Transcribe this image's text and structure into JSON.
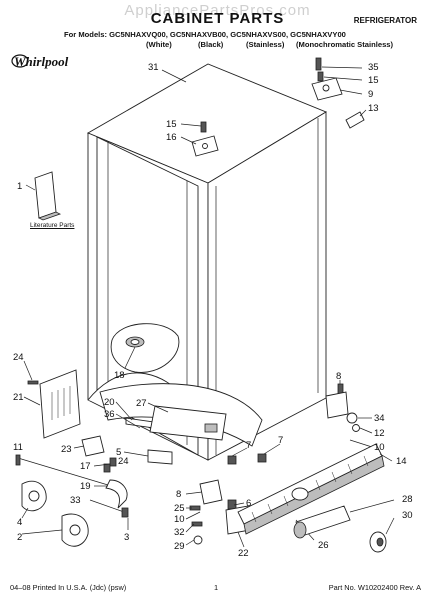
{
  "header": {
    "watermark": "AppliancePartsPros.com",
    "title": "CABINET PARTS",
    "doc_type": "REFRIGERATOR",
    "models_line": "For Models: GC5NHAXVQ00, GC5NHAXVB00, GC5NHAXVS00, GC5NHAXVY00",
    "variants": [
      "(White)",
      "(Black)",
      "(Stainless)",
      "(Monochromatic Stainless)"
    ]
  },
  "brand": {
    "logo_text": "Whirlpool"
  },
  "labels": {
    "literature_parts": "Literature Parts"
  },
  "callouts": [
    {
      "id": "c35",
      "text": "35"
    },
    {
      "id": "c15a",
      "text": "15"
    },
    {
      "id": "c9",
      "text": "9"
    },
    {
      "id": "c13",
      "text": "13"
    },
    {
      "id": "c31",
      "text": "31"
    },
    {
      "id": "c15b",
      "text": "15"
    },
    {
      "id": "c16",
      "text": "16"
    },
    {
      "id": "c1",
      "text": "1"
    },
    {
      "id": "c24a",
      "text": "24"
    },
    {
      "id": "c21",
      "text": "21"
    },
    {
      "id": "c18",
      "text": "18"
    },
    {
      "id": "c8a",
      "text": "8"
    },
    {
      "id": "c20",
      "text": "20"
    },
    {
      "id": "c36",
      "text": "36"
    },
    {
      "id": "c27",
      "text": "27"
    },
    {
      "id": "c34",
      "text": "34"
    },
    {
      "id": "c12",
      "text": "12"
    },
    {
      "id": "c10a",
      "text": "10"
    },
    {
      "id": "c11",
      "text": "11"
    },
    {
      "id": "c23",
      "text": "23"
    },
    {
      "id": "c5",
      "text": "5"
    },
    {
      "id": "c7a",
      "text": "7"
    },
    {
      "id": "c7b",
      "text": "7"
    },
    {
      "id": "c17",
      "text": "17"
    },
    {
      "id": "c24b",
      "text": "24"
    },
    {
      "id": "c14",
      "text": "14"
    },
    {
      "id": "c19",
      "text": "19"
    },
    {
      "id": "c6",
      "text": "6"
    },
    {
      "id": "c8b",
      "text": "8"
    },
    {
      "id": "c25",
      "text": "25"
    },
    {
      "id": "c28",
      "text": "28"
    },
    {
      "id": "c30",
      "text": "30"
    },
    {
      "id": "c33",
      "text": "33"
    },
    {
      "id": "c3",
      "text": "3"
    },
    {
      "id": "c10b",
      "text": "10"
    },
    {
      "id": "c4",
      "text": "4"
    },
    {
      "id": "c2",
      "text": "2"
    },
    {
      "id": "c32",
      "text": "32"
    },
    {
      "id": "c26",
      "text": "26"
    },
    {
      "id": "c29",
      "text": "29"
    },
    {
      "id": "c22",
      "text": "22"
    }
  ],
  "footer": {
    "left": "04–08 Printed In U.S.A. (Jdc) (psw)",
    "center": "1",
    "right": "Part No. W10202400 Rev. A"
  }
}
